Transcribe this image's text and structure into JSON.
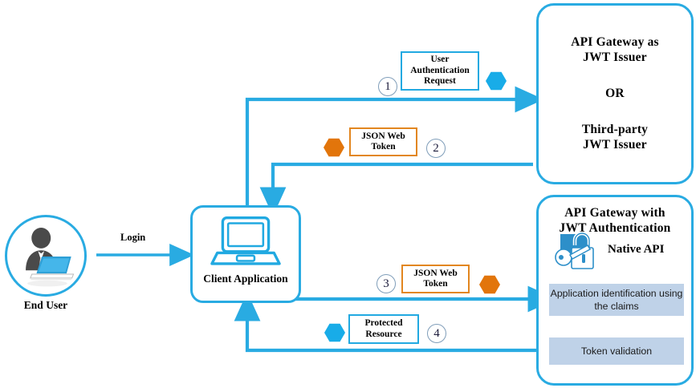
{
  "diagram": {
    "title": "JWT authentication flow between client application and API gateway",
    "colors": {
      "arrow_blue": "#29ABE2",
      "box_border_blue": "#21A9E1",
      "box_border_orange": "#E2861F",
      "hex_blue": "#18ACE8",
      "hex_orange": "#E2750B",
      "process_fill": "#BFD2E8",
      "number_circle_stroke": "#7F9DB9"
    }
  },
  "actors": {
    "end_user": {
      "label": "End User",
      "icon": "person-at-laptop-icon"
    },
    "client_application": {
      "label": "Client Application",
      "icon": "laptop-icon"
    },
    "issuer": {
      "line1": "API Gateway as",
      "line2": "JWT Issuer",
      "line3": "OR",
      "line4": "Third-party",
      "line5": "JWT Issuer"
    },
    "gateway": {
      "line1": "API Gateway with",
      "line2": "JWT Authentication",
      "native_api_label": "Native API",
      "icon": "lock-and-key-icon",
      "process_steps": [
        {
          "label": "Application identification using the claims"
        },
        {
          "label": "Token validation"
        }
      ]
    }
  },
  "flows": [
    {
      "number": "1",
      "label_line1": "User",
      "label_line2": "Authentication",
      "label_line3": "Request",
      "box_color": "blue",
      "token_color": "blue",
      "token_shape": "hexagon"
    },
    {
      "number": "2",
      "label_line1": "JSON Web",
      "label_line2": "Token",
      "label_line3": "",
      "box_color": "orange",
      "token_color": "orange",
      "token_shape": "hexagon"
    },
    {
      "number": "3",
      "label_line1": "JSON Web",
      "label_line2": "Token",
      "label_line3": "",
      "box_color": "orange",
      "token_color": "orange",
      "token_shape": "hexagon"
    },
    {
      "number": "4",
      "label_line1": "Protected",
      "label_line2": "Resource",
      "label_line3": "",
      "box_color": "blue",
      "token_color": "blue",
      "token_shape": "hexagon"
    }
  ],
  "edges": {
    "login_label": "Login"
  }
}
